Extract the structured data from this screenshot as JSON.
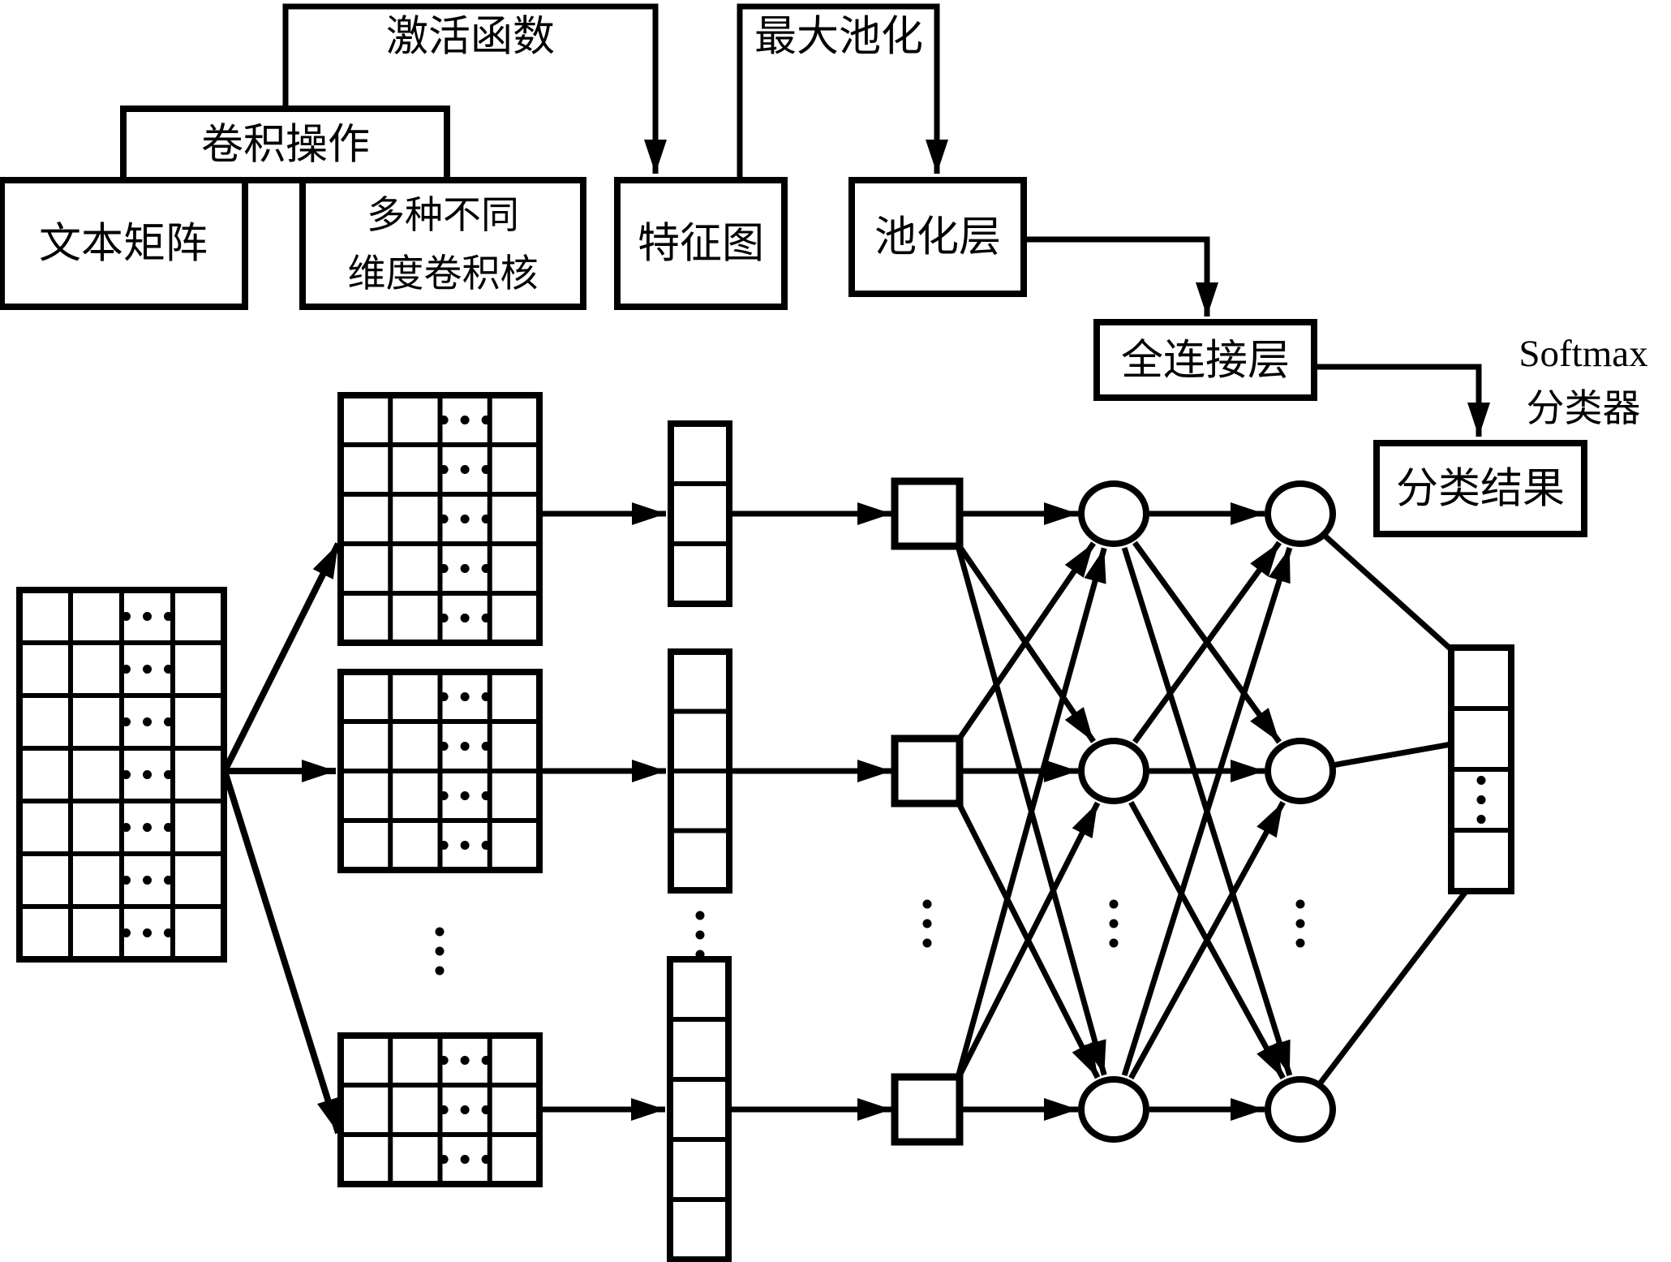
{
  "figure": {
    "kind": "text-cnn-architecture-diagram",
    "labels": {
      "activation": "激活函数",
      "convolution": "卷积操作",
      "text_matrix": "文本矩阵",
      "kernels_line1": "多种不同",
      "kernels_line2": "维度卷积核",
      "feature_map": "特征图",
      "max_pooling": "最大池化",
      "pooling_layer": "池化层",
      "fully_connected": "全连接层",
      "softmax_line1": "Softmax",
      "softmax_line2": "分类器",
      "result": "分类结果"
    },
    "network": {
      "input_matrix": {
        "cols": 4,
        "rows": 7,
        "ellipsis_column": 3
      },
      "kernel_grids": [
        {
          "cols": 4,
          "rows": 5
        },
        {
          "cols": 4,
          "rows": 4
        },
        {
          "cols": 4,
          "rows": 3
        }
      ],
      "feature_columns": [
        {
          "cells": 3
        },
        {
          "cells": 4
        },
        {
          "cells": 5
        }
      ],
      "pooled_units": 3,
      "hidden_layer1_neurons": 3,
      "hidden_layer2_neurons": 3,
      "output_vector_cells": 4,
      "output_vector_ellipsis_cell": 3,
      "h_ellipsis": "…",
      "v_ellipsis": "⋮",
      "ink_color": "#000000",
      "background_color": "#ffffff"
    }
  }
}
